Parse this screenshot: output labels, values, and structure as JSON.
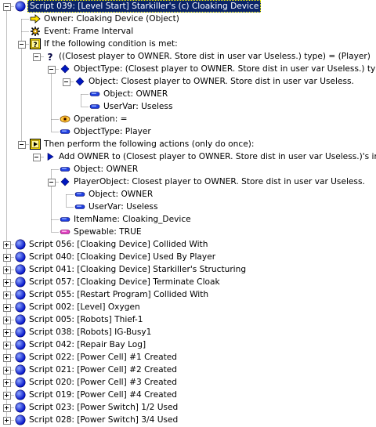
{
  "rows": [
    {
      "d": 0,
      "e": "minus",
      "icon": "blue-circle",
      "text": "Script 039: [Level Start] Starkiller's (c) Cloaking Device",
      "selected": true
    },
    {
      "d": 1,
      "icon": "yellow-arrow",
      "text": "Owner: Cloaking Device (Object)"
    },
    {
      "d": 1,
      "icon": "gear",
      "text": "Event: Frame Interval"
    },
    {
      "d": 1,
      "e": "minus",
      "icon": "question-box",
      "text": "If the following condition is met:"
    },
    {
      "d": 2,
      "e": "minus",
      "icon": "question-mark",
      "text": "((Closest player to OWNER.  Store dist in user var Useless.) type) = (Player)"
    },
    {
      "d": 3,
      "e": "minus",
      "icon": "blue-diamond",
      "text": "ObjectType: (Closest player to OWNER.  Store dist in user var Useless.) type"
    },
    {
      "d": 4,
      "e": "minus",
      "icon": "blue-diamond",
      "text": "Object: Closest player to OWNER.  Store dist in user var Useless."
    },
    {
      "d": 5,
      "icon": "blue-pill",
      "text": "Object: OWNER"
    },
    {
      "d": 5,
      "icon": "blue-pill",
      "text": "UserVar: Useless"
    },
    {
      "d": 3,
      "icon": "eye",
      "text": "Operation: ="
    },
    {
      "d": 3,
      "icon": "blue-pill",
      "text": "ObjectType: Player"
    },
    {
      "d": 1,
      "e": "minus",
      "icon": "play-box",
      "text": "Then perform the following actions (only do once):"
    },
    {
      "d": 2,
      "e": "minus",
      "icon": "blue-triangle",
      "text": "Add OWNER to (Closest player to OWNER.  Store dist in user var Useless.)'s inventory"
    },
    {
      "d": 3,
      "icon": "blue-pill",
      "text": "Object: OWNER"
    },
    {
      "d": 3,
      "e": "minus",
      "icon": "blue-diamond",
      "text": "PlayerObject: Closest player to OWNER.  Store dist in user var Useless."
    },
    {
      "d": 4,
      "icon": "blue-pill",
      "text": "Object: OWNER"
    },
    {
      "d": 4,
      "icon": "blue-pill",
      "text": "UserVar: Useless"
    },
    {
      "d": 3,
      "icon": "blue-pill",
      "text": "ItemName: Cloaking_Device"
    },
    {
      "d": 3,
      "icon": "pink-pill",
      "text": "Spewable: TRUE"
    },
    {
      "d": 0,
      "e": "plus",
      "icon": "blue-circle",
      "text": "Script 056: [Cloaking Device] Collided With"
    },
    {
      "d": 0,
      "e": "plus",
      "icon": "blue-circle",
      "text": "Script 040: [Cloaking Device] Used By Player"
    },
    {
      "d": 0,
      "e": "plus",
      "icon": "blue-circle",
      "text": "Script 041: [Cloaking Device] Starkiller's Structuring"
    },
    {
      "d": 0,
      "e": "plus",
      "icon": "blue-circle",
      "text": "Script 057: [Cloaking Device] Terminate Cloak"
    },
    {
      "d": 0,
      "e": "plus",
      "icon": "blue-circle",
      "text": "Script 055: [Restart Program] Collided With"
    },
    {
      "d": 0,
      "e": "plus",
      "icon": "blue-circle",
      "text": "Script 002: [Level] Oxygen"
    },
    {
      "d": 0,
      "e": "plus",
      "icon": "blue-circle",
      "text": "Script 005: [Robots] Thief-1"
    },
    {
      "d": 0,
      "e": "plus",
      "icon": "blue-circle",
      "text": "Script 038: [Robots] IG-Busy1"
    },
    {
      "d": 0,
      "e": "plus",
      "icon": "blue-circle",
      "text": "Script 042: [Repair Bay Log]"
    },
    {
      "d": 0,
      "e": "plus",
      "icon": "blue-circle",
      "text": "Script 022: [Power Cell] #1 Created"
    },
    {
      "d": 0,
      "e": "plus",
      "icon": "blue-circle",
      "text": "Script 021: [Power Cell] #2 Created"
    },
    {
      "d": 0,
      "e": "plus",
      "icon": "blue-circle",
      "text": "Script 020: [Power Cell] #3 Created"
    },
    {
      "d": 0,
      "e": "plus",
      "icon": "blue-circle",
      "text": "Script 019: [Power Cell] #4 Created"
    },
    {
      "d": 0,
      "e": "plus",
      "icon": "blue-circle",
      "text": "Script 023: [Power Switch] 1/2 Used"
    },
    {
      "d": 0,
      "e": "plus",
      "icon": "blue-circle",
      "text": "Script 028: [Power Switch] 3/4 Used"
    }
  ]
}
